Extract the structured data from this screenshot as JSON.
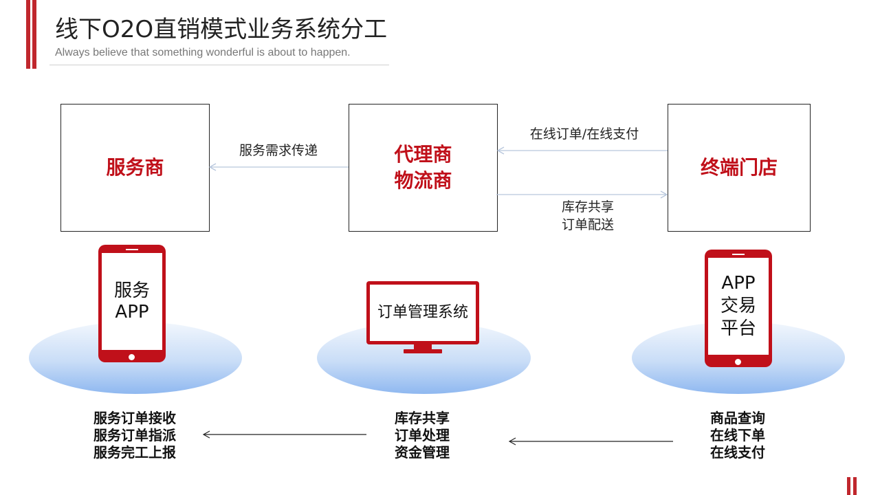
{
  "header": {
    "title": "线下O2O直销模式业务系统分工",
    "subtitle": "Always believe that something wonderful is about to happen."
  },
  "nodes": {
    "service_provider": "服务商",
    "agent": "代理商\n物流商",
    "terminal_store": "终端门店"
  },
  "edges": {
    "agent_to_service": "服务需求传递",
    "store_to_agent": "在线订单/在线支付",
    "agent_to_store": "库存共享\n订单配送"
  },
  "devices": {
    "service_app": "服务\nAPP",
    "order_system": "订单管理系统",
    "trading_app": "APP\n交易\n平台"
  },
  "functions": {
    "service_provider": "服务订单接收\n服务订单指派\n服务完工上报",
    "agent": "库存共享\n订单处理\n资金管理",
    "terminal_store": "商品查询\n在线下单\n在线支付"
  },
  "colors": {
    "accent": "#c0272d",
    "node_text": "#c0101a",
    "arrow_light": "#b7c6dc",
    "arrow_dark": "#222222"
  }
}
